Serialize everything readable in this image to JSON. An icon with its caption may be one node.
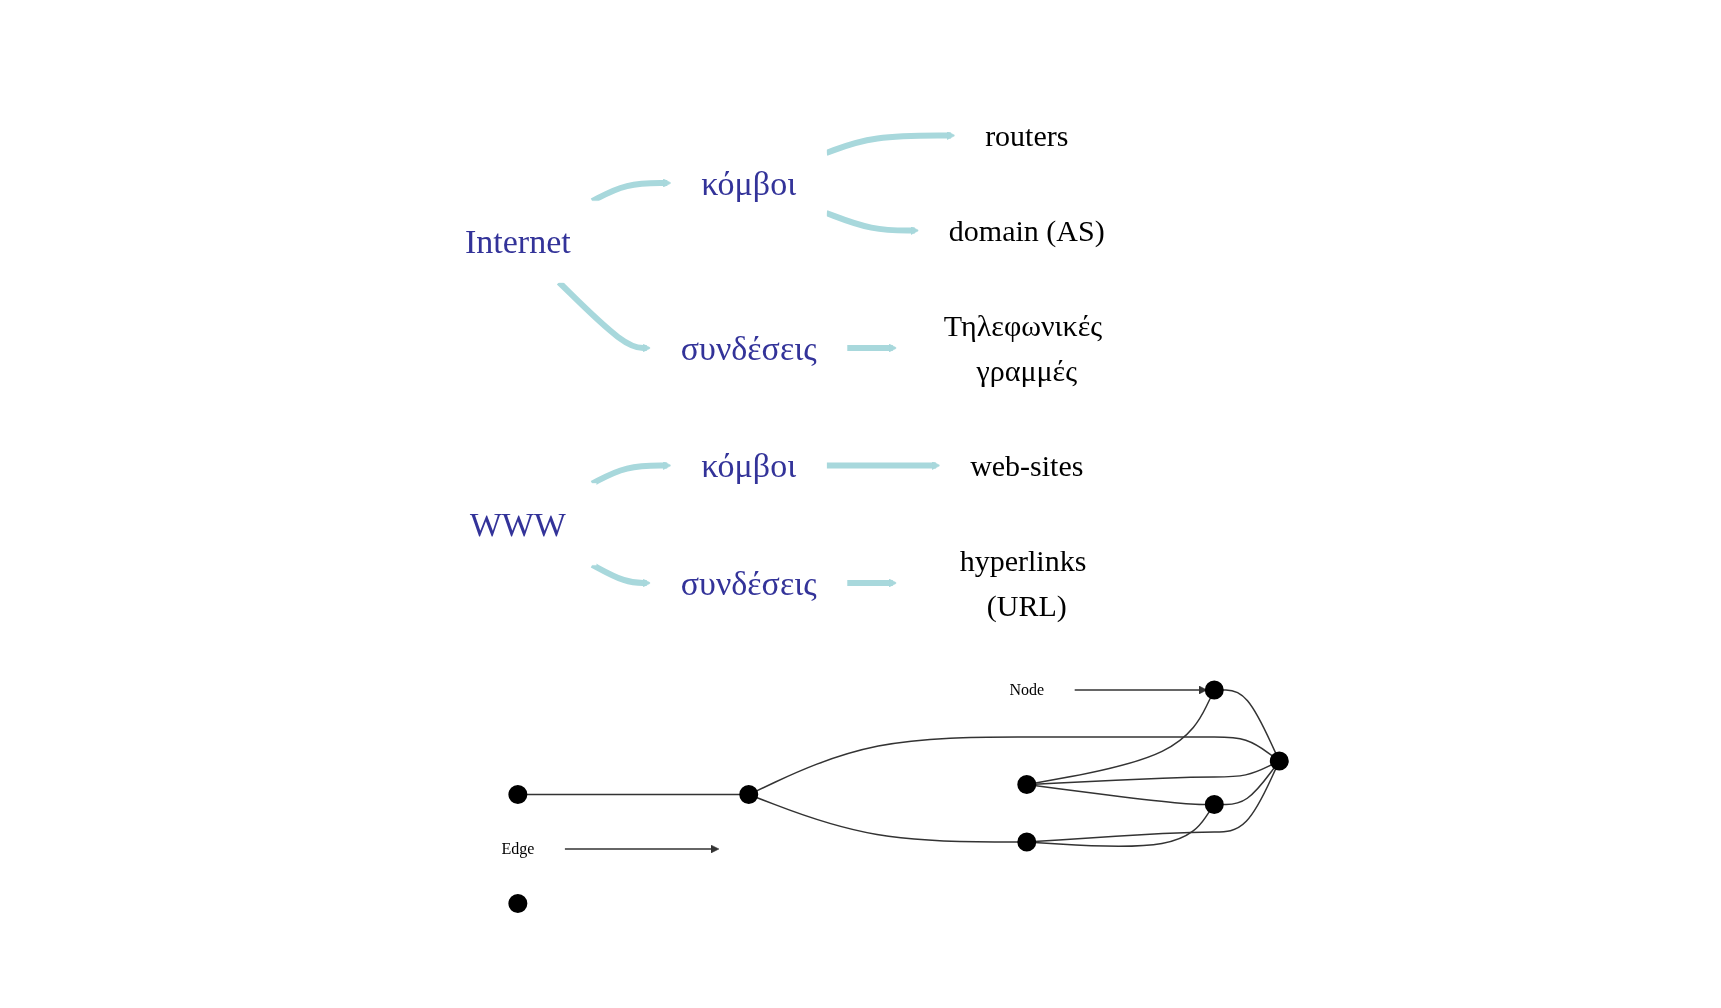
{
  "diagram": {
    "nodes": [
      {
        "text": [
          "Internet"
        ]
      },
      {
        "text": [
          "κόμβοι"
        ]
      },
      {
        "text": [
          "συνδέσεις"
        ]
      },
      {
        "text": [
          "routers"
        ]
      },
      {
        "text": [
          "domain (AS)"
        ]
      },
      {
        "text": [
          "Τηλεφωνικές γραμμές"
        ]
      },
      {
        "text": [
          "WWW"
        ]
      },
      {
        "text": [
          "κόμβοι"
        ]
      },
      {
        "text": [
          "συνδέσεις"
        ]
      },
      {
        "text": [
          "web-sites"
        ]
      },
      {
        "text": [
          "hyperlinks (URL)"
        ]
      },
      {
        "text": [
          "Node"
        ]
      },
      {
        "text": [
          "Edge"
        ]
      },
      {
        "text": [],
        "shape": "circle"
      },
      {
        "text": [],
        "shape": "circle"
      },
      {
        "text": [],
        "shape": "circle"
      },
      {
        "text": [],
        "shape": "circle"
      },
      {
        "text": [],
        "shape": "circle"
      },
      {
        "text": [],
        "shape": "circle"
      },
      {
        "text": [],
        "shape": "circle"
      },
      {
        "text": [],
        "shape": "circle"
      }
    ],
    "edges": [
      {
        "from": 0,
        "to": 1,
        "arrow": "to",
        "style": "thick",
        "color": "#a8d8dc"
      },
      {
        "from": 0,
        "to": 2,
        "arrow": "to",
        "style": "thick",
        "color": "#a8d8dc"
      },
      {
        "from": 1,
        "to": 3,
        "arrow": "to",
        "style": "thick",
        "color": "#a8d8dc"
      },
      {
        "from": 1,
        "to": 4,
        "arrow": "to",
        "style": "thick",
        "color": "#a8d8dc"
      },
      {
        "from": 2,
        "to": 5,
        "arrow": "to",
        "style": "thick",
        "color": "#a8d8dc"
      },
      {
        "from": 6,
        "to": 7,
        "arrow": "to",
        "style": "thick",
        "color": "#a8d8dc"
      },
      {
        "from": 6,
        "to": 8,
        "arrow": "to",
        "style": "thick",
        "color": "#a8d8dc"
      },
      {
        "from": 7,
        "to": 9,
        "arrow": "to",
        "style": "thick",
        "color": "#a8d8dc"
      },
      {
        "from": 8,
        "to": 10,
        "arrow": "to",
        "style": "thick",
        "color": "#a8d8dc"
      },
      {
        "from": 14,
        "to": 15,
        "arrow": "none"
      },
      {
        "from": 17,
        "to": 19,
        "arrow": "none"
      },
      {
        "from": 17,
        "to": 18,
        "arrow": "none"
      },
      {
        "from": 17,
        "to": 16,
        "arrow": "none"
      },
      {
        "from": 19,
        "to": 18,
        "arrow": "none"
      },
      {
        "from": 15,
        "to": 18,
        "arrow": "none"
      },
      {
        "from": 15,
        "to": 13,
        "arrow": "none"
      },
      {
        "from": 13,
        "to": 18,
        "arrow": "none"
      },
      {
        "from": 13,
        "to": 16,
        "arrow": "none"
      },
      {
        "from": 16,
        "to": 18,
        "arrow": "none"
      },
      {
        "from": 11,
        "to": 19,
        "arrow": "to"
      },
      {
        "from": 12,
        "to": null,
        "arrow": "to"
      }
    ]
  }
}
